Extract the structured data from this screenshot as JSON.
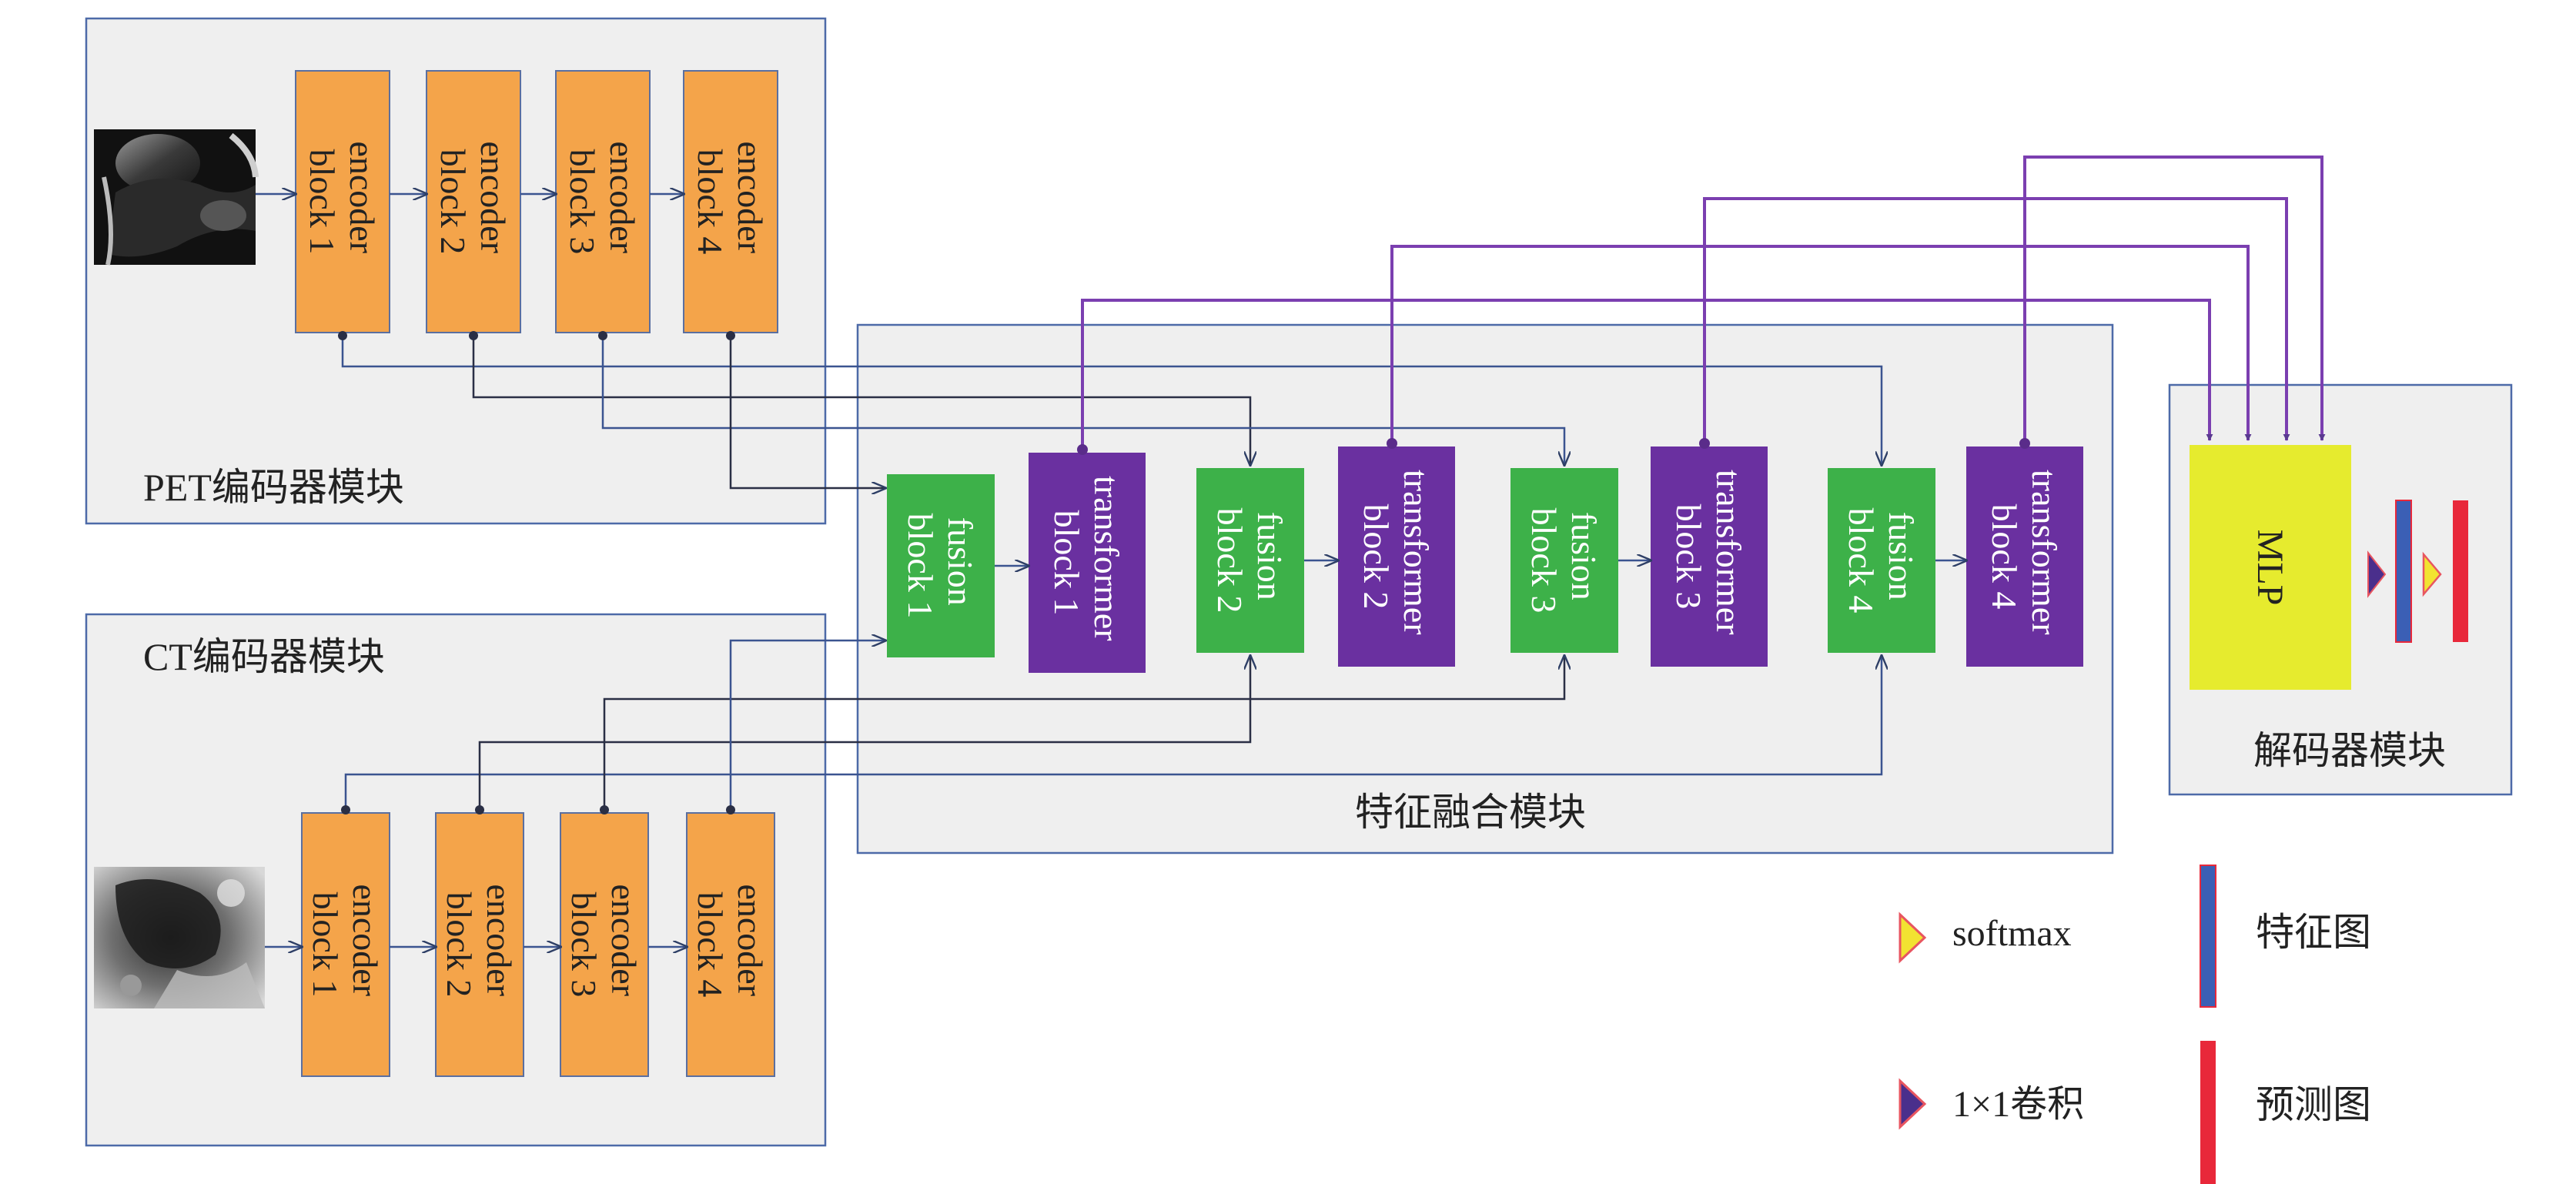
{
  "modules": {
    "pet": {
      "label": "PET编码器模块"
    },
    "ct": {
      "label": "CT编码器模块"
    },
    "fusion": {
      "label": "特征融合模块"
    },
    "decoder": {
      "label": "解码器模块"
    }
  },
  "blocks": {
    "pet_encoders": [
      {
        "line1": "encoder",
        "line2": "block 1"
      },
      {
        "line1": "encoder",
        "line2": "block 2"
      },
      {
        "line1": "encoder",
        "line2": "block 3"
      },
      {
        "line1": "encoder",
        "line2": "block 4"
      }
    ],
    "ct_encoders": [
      {
        "line1": "encoder",
        "line2": "block 1"
      },
      {
        "line1": "encoder",
        "line2": "block 2"
      },
      {
        "line1": "encoder",
        "line2": "block 3"
      },
      {
        "line1": "encoder",
        "line2": "block 4"
      }
    ],
    "fusion": [
      {
        "line1": "fusion",
        "line2": "block 1"
      },
      {
        "line1": "fusion",
        "line2": "block 2"
      },
      {
        "line1": "fusion",
        "line2": "block 3"
      },
      {
        "line1": "fusion",
        "line2": "block 4"
      }
    ],
    "transformers": [
      {
        "line1": "transformer",
        "line2": "block 1"
      },
      {
        "line1": "transformer",
        "line2": "block 2"
      },
      {
        "line1": "transformer",
        "line2": "block 3"
      },
      {
        "line1": "transformer",
        "line2": "block 4"
      }
    ],
    "mlp": "MLP"
  },
  "legend": {
    "softmax": "softmax",
    "conv": "1×1卷积",
    "feature_map": "特征图",
    "prediction_map": "预测图"
  },
  "colors": {
    "encoder": "#F4A44A",
    "fusion": "#3DB149",
    "transformer": "#6A30A0",
    "mlp": "#E6EB2E",
    "module_bg": "#EFEFEF",
    "module_border": "#4D6AA8",
    "connector": "#3B5490",
    "purple_line": "#7B3FB0",
    "feature_map": "#3B5FB5",
    "prediction_map": "#E8283A"
  },
  "icons": {
    "pet_image": "pet-scan-thumbnail",
    "ct_image": "ct-scan-thumbnail",
    "softmax": "triangle-yellow-icon",
    "conv": "triangle-purple-icon"
  }
}
